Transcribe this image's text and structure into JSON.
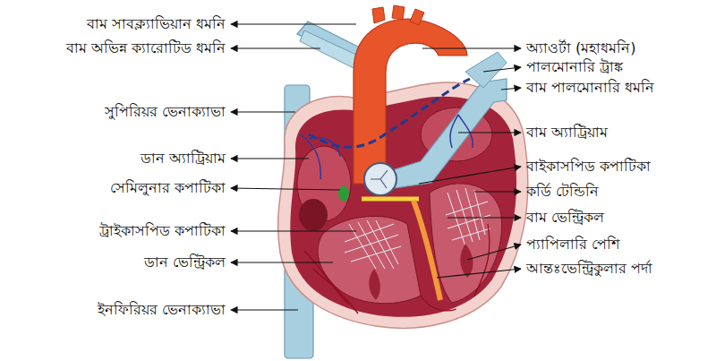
{
  "diagram": {
    "labels": [
      "বাম সাবক্ল্যাভিয়ান ধমনি",
      "বাম অভিন্ন ক্যারোটিড ধমনি",
      "সুপিরিয়র ভেনাক্যাভা",
      "ডান অ্যাট্রিয়াম",
      "সেমিলুনার কপাটিকা",
      "ট্রাইকাসপিড কপাটিকা",
      "ডান ভেন্ট্রিকল",
      "ইনফিরিয়র ভেনাক্যাভা",
      "অ্যাওর্টা (মহাধমনি)",
      "পালমোনারি ট্রাঙ্ক",
      "বাম পালমোনারি ধমনি",
      "বাম অ্যাট্রিয়াম",
      "বাইকাসপিড কপাটিকা",
      "কর্ডি টেন্ডিনি",
      "বাম ভেন্ট্রিকল",
      "প্যাপিলারি পেশি",
      "আন্তঃভেন্ট্রিকুলার পর্দা"
    ]
  }
}
